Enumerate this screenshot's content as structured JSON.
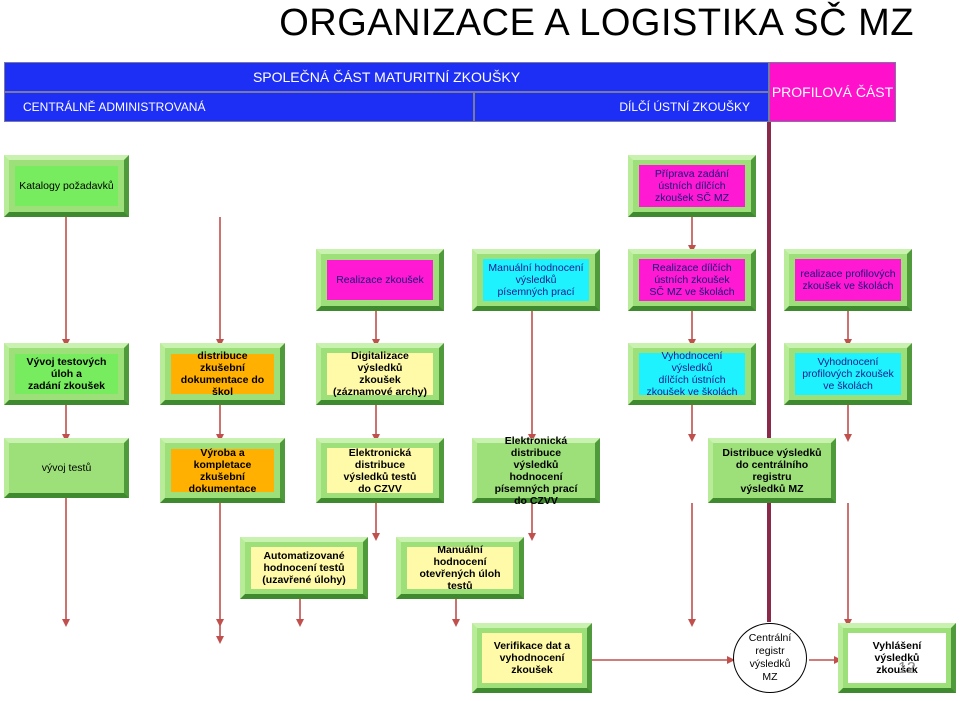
{
  "title": "ORGANIZACE A LOGISTIKA SČ MZ",
  "header": {
    "common_part": "SPOLEČNÁ ČÁST MATURITNÍ ZKOUŠKY",
    "central": "CENTRÁLNĚ ADMINISTROVANÁ",
    "oral": "DÍLČÍ ÚSTNÍ ZKOUŠKY",
    "profile": "PROFILOVÁ ČÁST"
  },
  "boxes": {
    "katalogy": "Katalogy požadavků",
    "priprava": "Příprava zadání\nústních dílčích\nzkoušek SČ MZ",
    "realizace_zkousek": "Realizace zkoušek",
    "manualni_pisemne": "Manuální hodnocení\nvýsledků\npísemných prací",
    "realizace_ustnich": "Realizace dílčích\nústních zkoušek\nSČ MZ ve školách",
    "realizace_profilovych": "realizace profilových\nzkoušek ve školách",
    "vyvoj_uloh": "Vývoj testových úloh a\nzadání zkoušek",
    "distribuce_dokumentace": "distribuce zkušební\ndokumentace do škol",
    "digitalizace": "Digitalizace výsledků\nzkoušek\n(záznamové archy)",
    "vyhodnoceni_ustnich": "Vyhodnocení výsledků\ndílčích ústních\nzkoušek ve školách",
    "vyhodnoceni_profilovych": "Vyhodnocení\nprofilových zkoušek\nve školách",
    "vyvoj_testu": "vývoj testů",
    "vyroba": "Výroba a kompletace\nzkušební dokumentace",
    "el_distribuce_testu": "Elektronická distribuce\nvýsledků testů\ndo CZVV",
    "el_distribuce_hodnoceni": "Elektronická distribuce\nvýsledků hodnocení\npísemných prací\ndo CZVV",
    "distribuce_registru": "Distribuce výsledků\ndo centrálního registru\nvýsledků MZ",
    "automatizovane": "Automatizované\nhodnocení testů\n(uzavřené úlohy)",
    "manualni_otevrene": "Manuální hodnocení\notevřených úloh testů",
    "verifikace": "Verifikace dat a\nvyhodnocení zkoušek",
    "centralni_registr": "Centrální\nregistr\nvýsledků\nMZ",
    "vyhlaseni": "Vyhlášení výsledků\nzkoušek"
  },
  "page_number": "12",
  "colors": {
    "header_blue": "#1e2ff5",
    "header_magenta": "#ff11cc",
    "box_frame": "#9de07a",
    "arrow": "#c0504d",
    "divider": "#8a2a4a"
  }
}
